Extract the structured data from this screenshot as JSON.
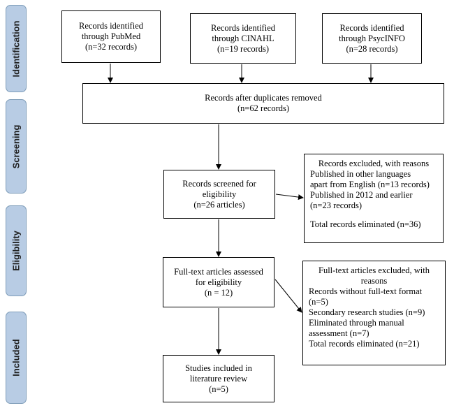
{
  "phases": {
    "identification": "Identification",
    "screening": "Screening",
    "eligibility": "Eligibility",
    "included": "Included"
  },
  "identification": {
    "pubmed": [
      "Records identified",
      "through PubMed",
      "(n=32 records)"
    ],
    "cinahl": [
      "Records identified",
      "through CINAHL",
      "(n=19 records)"
    ],
    "psycinfo": [
      "Records identified",
      "through PsycINFO",
      "(n=28 records)"
    ]
  },
  "duplicates_removed": [
    "Records after duplicates removed",
    "(n=62 records)"
  ],
  "screened": [
    "Records screened for",
    "eligibility",
    "(n=26 articles)"
  ],
  "excluded_screening": {
    "title": "Records excluded, with reasons",
    "lines": [
      "Published in other languages",
      "apart from English (n=13 records)",
      "Published in 2012 and earlier",
      "(n=23 records)"
    ],
    "total": "Total records eliminated (n=36)"
  },
  "fulltext_assessed": [
    "Full-text articles assessed",
    "for eligibility",
    "(n = 12)"
  ],
  "excluded_fulltext": {
    "title": [
      "Full-text articles excluded, with",
      "reasons"
    ],
    "lines": [
      "Records without full-text format",
      "(n=5)",
      "Secondary research studies (n=9)",
      "Eliminated through manual",
      "assessment (n=7)",
      "Total records eliminated (n=21)"
    ]
  },
  "included": [
    "Studies included in",
    "literature review",
    "(n=5)"
  ]
}
